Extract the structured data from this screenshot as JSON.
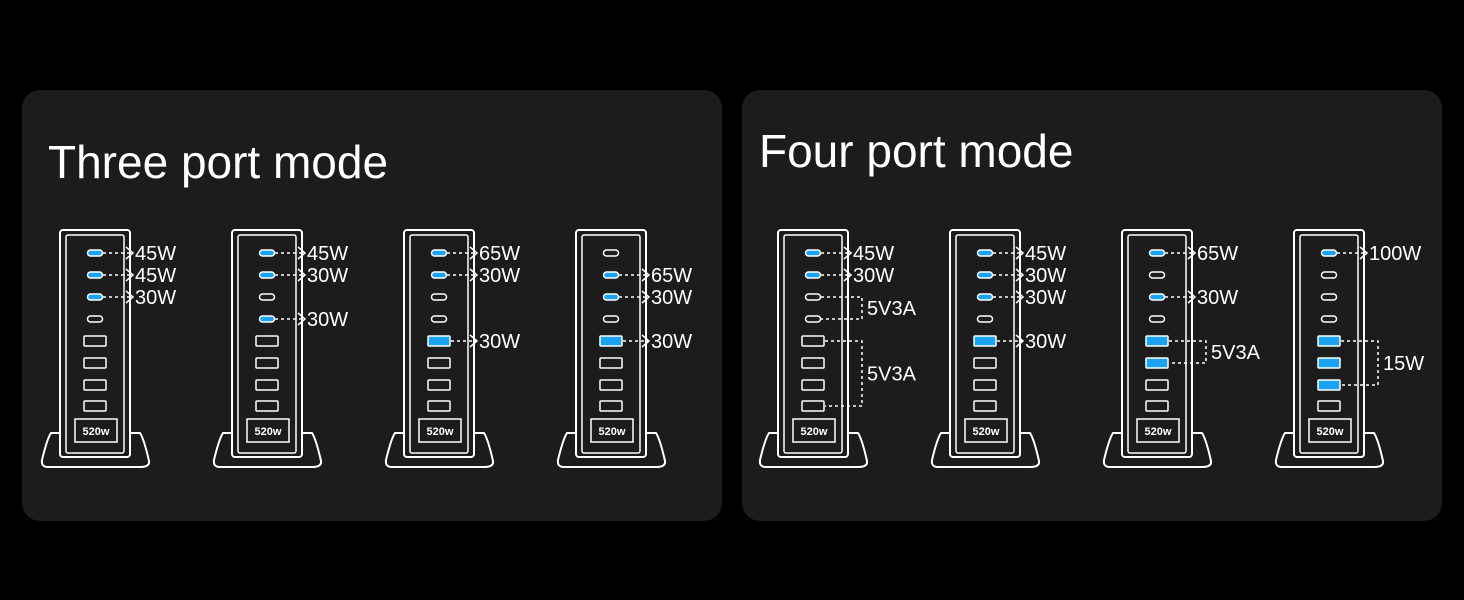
{
  "panels": [
    {
      "id": "three",
      "title": "Three port mode",
      "configs": [
        {
          "active": [
            0,
            1,
            2
          ],
          "outputs": [
            {
              "from": [
                0
              ],
              "text": "45W"
            },
            {
              "from": [
                1
              ],
              "text": "45W"
            },
            {
              "from": [
                2
              ],
              "text": "30W"
            }
          ]
        },
        {
          "active": [
            0,
            1,
            3
          ],
          "outputs": [
            {
              "from": [
                0
              ],
              "text": "45W"
            },
            {
              "from": [
                1
              ],
              "text": "30W"
            },
            {
              "from": [
                3
              ],
              "text": "30W"
            }
          ]
        },
        {
          "active": [
            0,
            1,
            4
          ],
          "outputs": [
            {
              "from": [
                0
              ],
              "text": "65W"
            },
            {
              "from": [
                1
              ],
              "text": "30W"
            },
            {
              "from": [
                4
              ],
              "text": "30W"
            }
          ]
        },
        {
          "active": [
            1,
            2,
            4
          ],
          "outputs": [
            {
              "from": [
                1
              ],
              "text": "65W"
            },
            {
              "from": [
                2
              ],
              "text": "30W"
            },
            {
              "from": [
                4
              ],
              "text": "30W"
            }
          ]
        }
      ]
    },
    {
      "id": "four",
      "title": "Four port mode",
      "configs": [
        {
          "active": [
            0,
            1
          ],
          "outputs": [
            {
              "from": [
                0
              ],
              "text": "45W"
            },
            {
              "from": [
                1
              ],
              "text": "30W"
            },
            {
              "from": [
                2,
                3
              ],
              "text": "5V3A"
            },
            {
              "from": [
                4,
                7
              ],
              "text": "5V3A"
            }
          ]
        },
        {
          "active": [
            0,
            1,
            2,
            4
          ],
          "outputs": [
            {
              "from": [
                0
              ],
              "text": "45W"
            },
            {
              "from": [
                1
              ],
              "text": "30W"
            },
            {
              "from": [
                2
              ],
              "text": "30W"
            },
            {
              "from": [
                4
              ],
              "text": "30W"
            }
          ]
        },
        {
          "active": [
            0,
            2,
            4,
            5
          ],
          "outputs": [
            {
              "from": [
                0
              ],
              "text": "65W"
            },
            {
              "from": [
                2
              ],
              "text": "30W"
            },
            {
              "from": [
                4,
                5
              ],
              "text": "5V3A"
            }
          ]
        },
        {
          "active": [
            0,
            4,
            5,
            6
          ],
          "outputs": [
            {
              "from": [
                0
              ],
              "text": "100W"
            },
            {
              "from": [
                4,
                6
              ],
              "text": "15W"
            }
          ]
        }
      ]
    }
  ],
  "device_label": "520w",
  "colors": {
    "panel": "#1c1c1c",
    "background": "#000000",
    "active_port": "#1aa3f0",
    "outline": "#ffffff"
  }
}
